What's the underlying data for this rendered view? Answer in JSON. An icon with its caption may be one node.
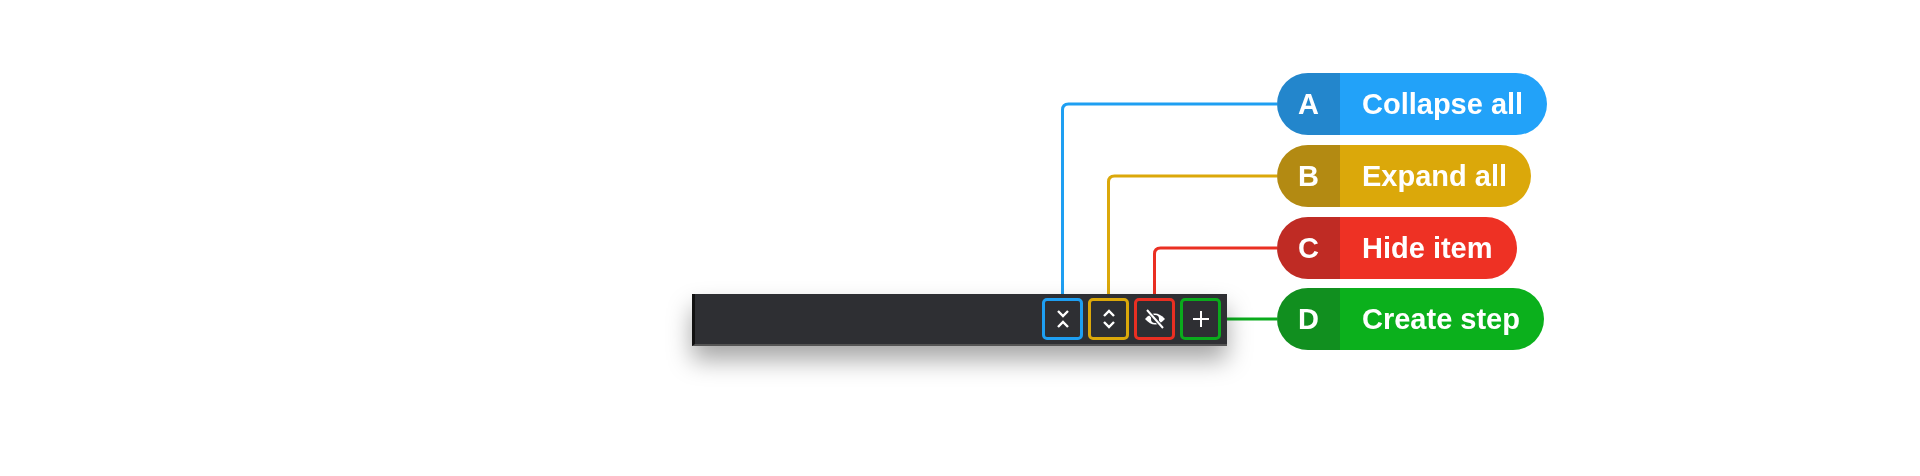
{
  "diagram": {
    "nodes": [
      {
        "text": [
          "A",
          "Collapse all"
        ]
      },
      {
        "text": [
          "B",
          "Expand all"
        ]
      },
      {
        "text": [
          "C",
          "Hide item"
        ]
      },
      {
        "text": [
          "D",
          "Create step"
        ]
      },
      {
        "text": [],
        "shape": "bar"
      },
      {
        "text": [],
        "shape": "box",
        "in": 4
      },
      {
        "text": [],
        "shape": "box",
        "in": 4
      },
      {
        "text": [],
        "shape": "box",
        "in": 4
      },
      {
        "text": [],
        "shape": "box",
        "in": 4
      }
    ],
    "edges": [
      {
        "from": 0,
        "to": 5,
        "arrow": "none",
        "color": "#1e9ff2"
      },
      {
        "from": 1,
        "to": 6,
        "arrow": "none",
        "color": "#dba80a"
      },
      {
        "from": 2,
        "to": 7,
        "arrow": "none",
        "color": "#ea2f22"
      },
      {
        "from": 3,
        "to": 8,
        "arrow": "none",
        "color": "#0aab1c"
      }
    ]
  }
}
